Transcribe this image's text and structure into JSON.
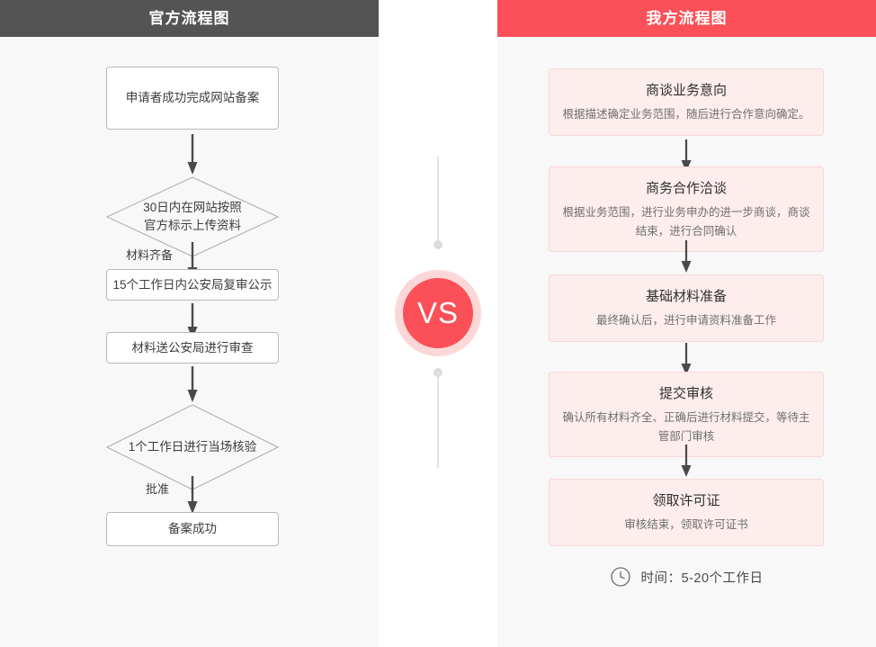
{
  "left_panel": {
    "header_title": "官方流程图",
    "header_bg": "#545454",
    "panel_bg": "#f8f8f8",
    "nodes": [
      {
        "id": "n1",
        "shape": "box",
        "text": "申请者成功完成网站备案"
      },
      {
        "id": "n2",
        "shape": "diamond",
        "line1": "30日内在网站按照",
        "line2": "官方标示上传资料"
      },
      {
        "id": "n3",
        "shape": "box",
        "text": "15个工作日内公安局复审公示"
      },
      {
        "id": "n4",
        "shape": "box",
        "text": "材料送公安局进行审查"
      },
      {
        "id": "n5",
        "shape": "diamond",
        "line1": "1个工作日进行当场核验",
        "line2": ""
      },
      {
        "id": "n6",
        "shape": "box",
        "text": "备案成功"
      }
    ],
    "edge_labels": {
      "after_n2": "材料齐备",
      "after_n5": "批准"
    }
  },
  "divider": {
    "vs_label": "VS",
    "badge_color": "#fb5057",
    "badge_ring_color": "#fcd7d7",
    "line_color": "#e2e2e2",
    "dot_color": "#dcdcdc"
  },
  "right_panel": {
    "header_title": "我方流程图",
    "header_bg": "#fb5057",
    "panel_bg": "#f8f8f8",
    "card_bg": "#fdeded",
    "card_border": "#f9d7d7",
    "cards": [
      {
        "id": "c1",
        "title": "商谈业务意向",
        "desc": "根据描述确定业务范围，随后进行合作意向确定。"
      },
      {
        "id": "c2",
        "title": "商务合作洽谈",
        "desc": "根据业务范围，进行业务申办的进一步商谈，商谈结束，进行合同确认"
      },
      {
        "id": "c3",
        "title": "基础材料准备",
        "desc": "最终确认后，进行申请资料准备工作"
      },
      {
        "id": "c4",
        "title": "提交审核",
        "desc": "确认所有材料齐全、正确后进行材料提交，等待主管部门审核"
      },
      {
        "id": "c5",
        "title": "领取许可证",
        "desc": "审核结束，领取许可证书"
      }
    ],
    "footer": {
      "icon": "clock-icon",
      "text": "时间：5-20个工作日"
    }
  }
}
